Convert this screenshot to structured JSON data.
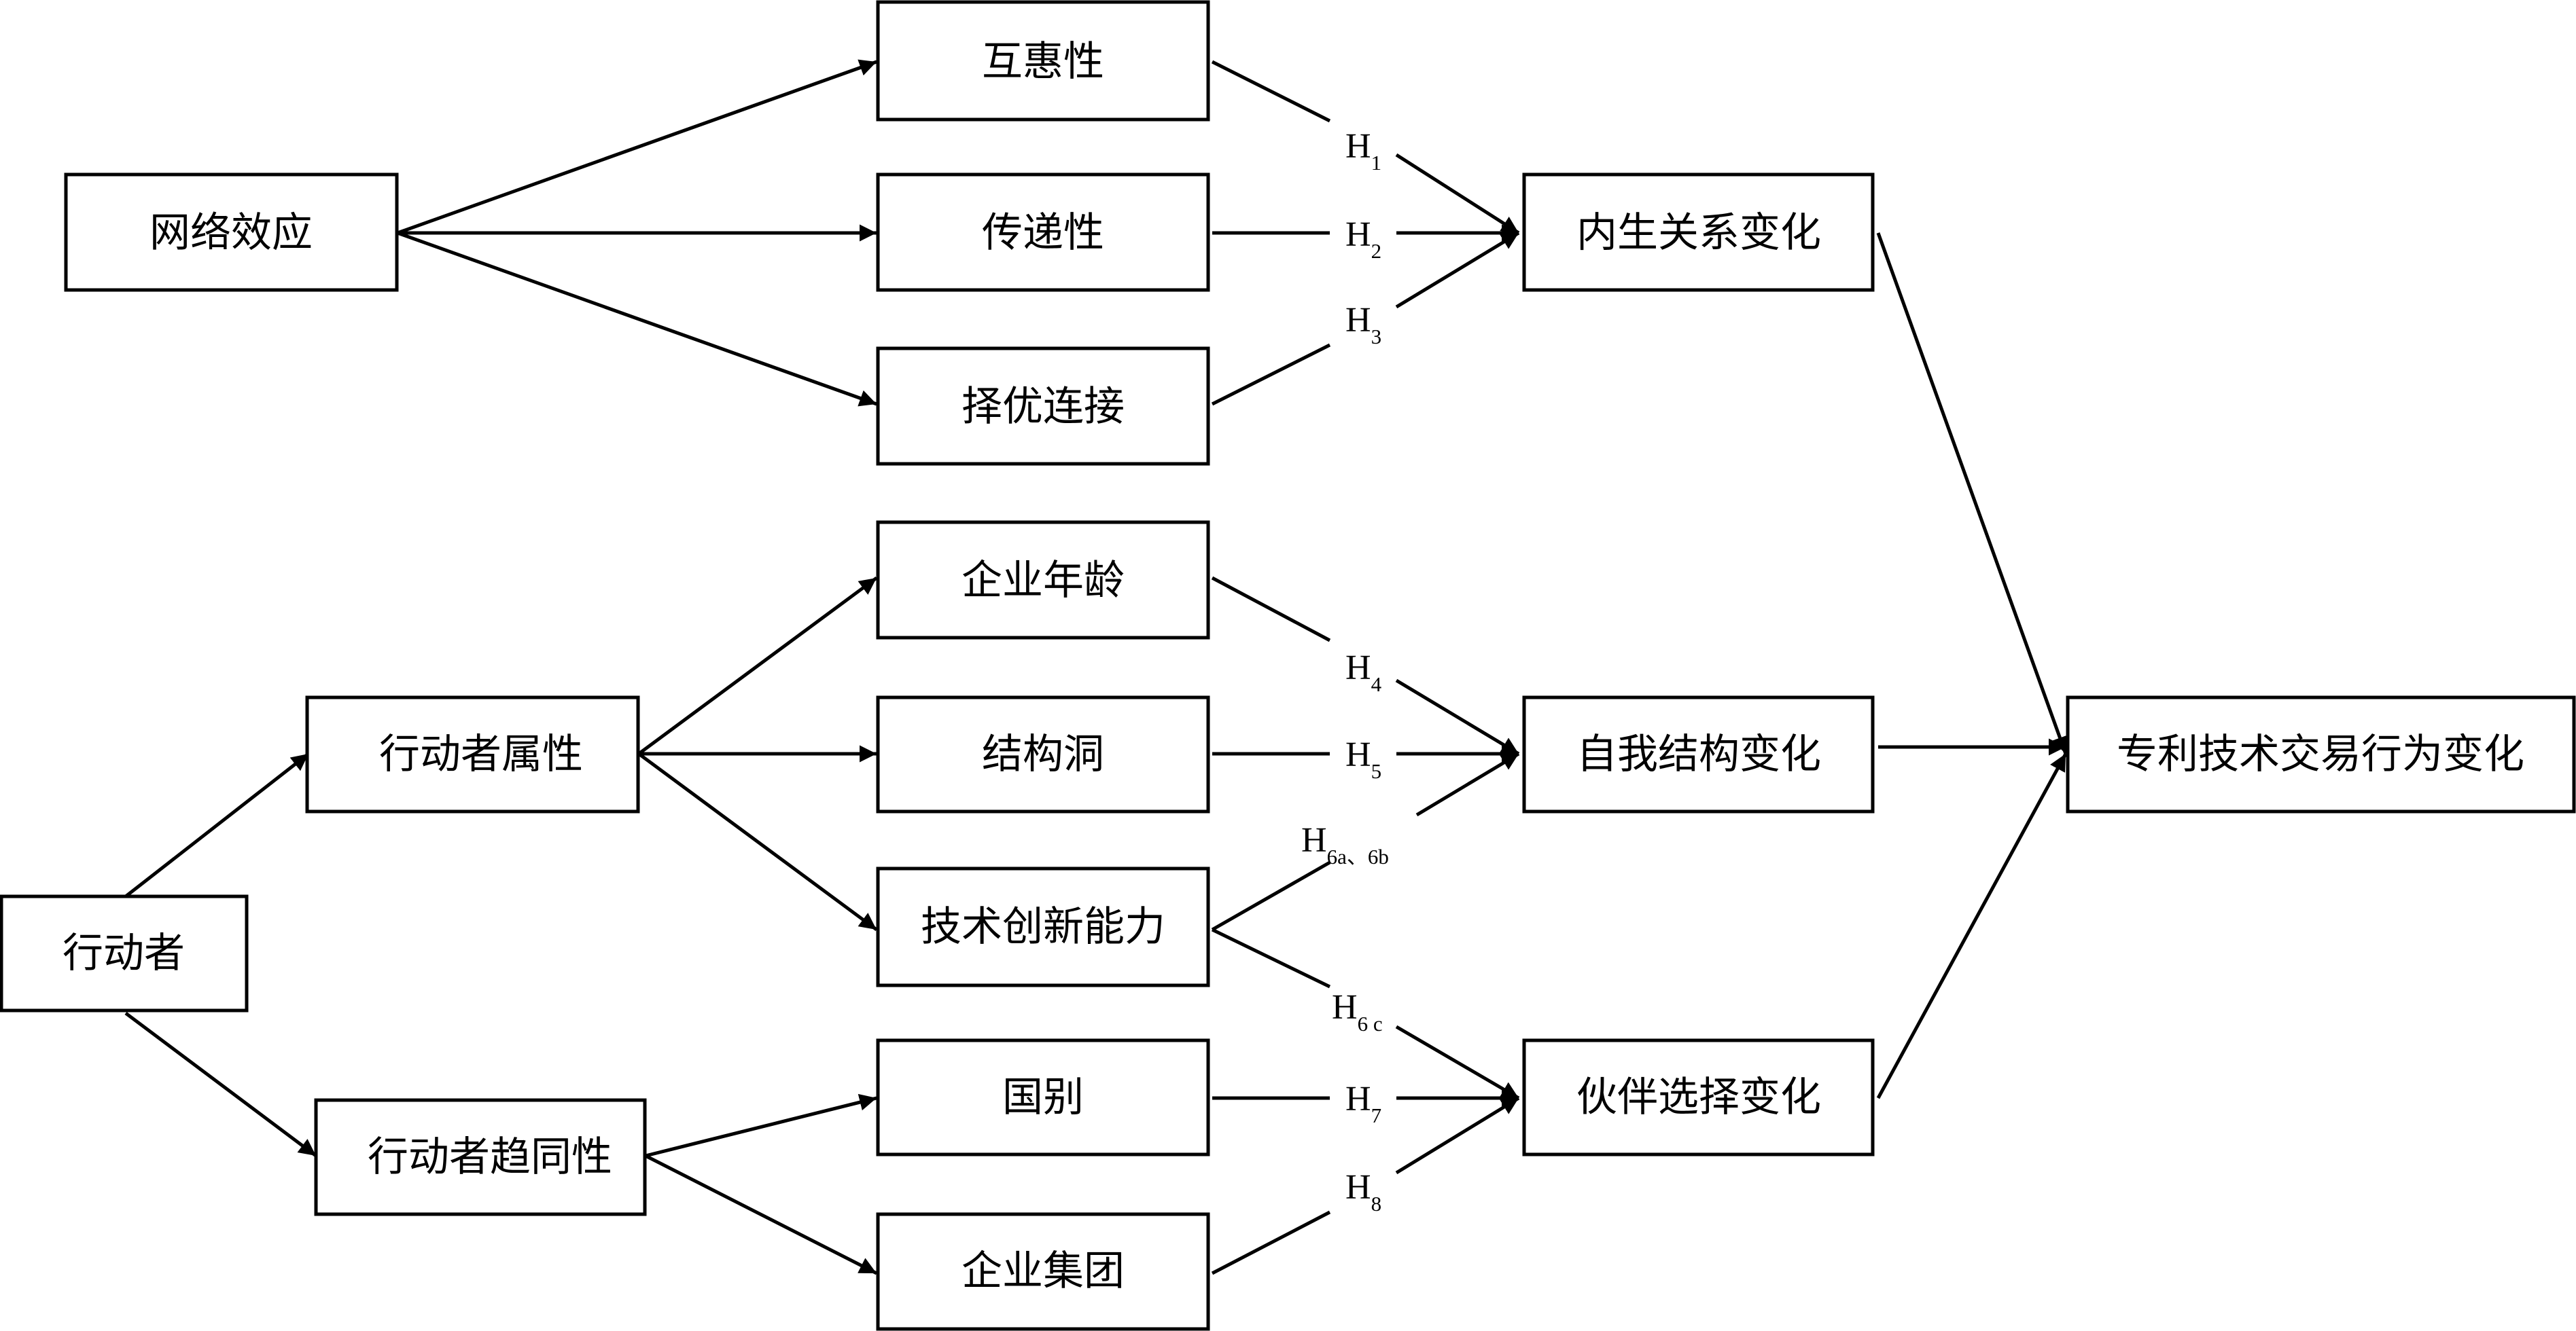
{
  "nodes": {
    "network_effect": "网络效应",
    "actor": "行动者",
    "actor_attributes": "行动者属性",
    "actor_homophily": "行动者趋同性",
    "reciprocity": "互惠性",
    "transitivity": "传递性",
    "preferential_attachment": "择优连接",
    "firm_age": "企业年龄",
    "structural_hole": "结构洞",
    "tech_innovation": "技术创新能力",
    "country": "国别",
    "enterprise_group": "企业集团",
    "endogenous_change": "内生关系变化",
    "ego_change": "自我结构变化",
    "partner_change": "伙伴选择变化",
    "patent_trade_change": "专利技术交易行为变化"
  },
  "hypotheses": {
    "h1": {
      "letter": "H",
      "sub": "1"
    },
    "h2": {
      "letter": "H",
      "sub": "2"
    },
    "h3": {
      "letter": "H",
      "sub": "3"
    },
    "h4": {
      "letter": "H",
      "sub": "4"
    },
    "h5": {
      "letter": "H",
      "sub": "5"
    },
    "h6ab": {
      "letter": "H",
      "sub": "6a、6b"
    },
    "h6c": {
      "letter": "H",
      "sub": "6 c"
    },
    "h7": {
      "letter": "H",
      "sub": "7"
    },
    "h8": {
      "letter": "H",
      "sub": "8"
    }
  }
}
